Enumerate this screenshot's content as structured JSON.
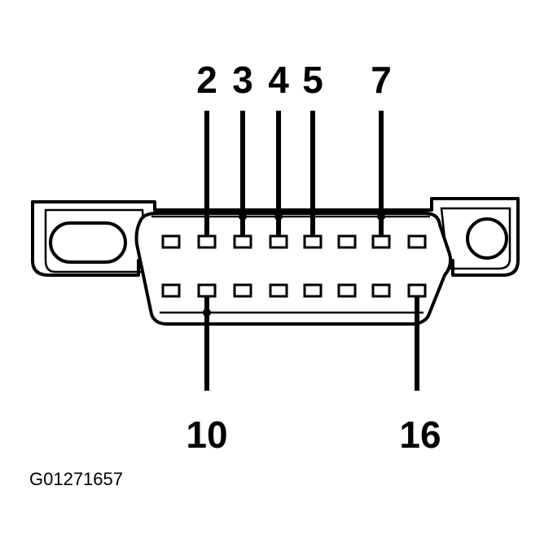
{
  "diagram": {
    "title": "",
    "top_pin_labels": [
      "2",
      "3",
      "4",
      "5",
      "7"
    ],
    "bottom_pin_labels": [
      "10",
      "16"
    ],
    "top_row_pin_count": 8,
    "bottom_row_pin_count": 8,
    "figure_id": "G01271657"
  }
}
